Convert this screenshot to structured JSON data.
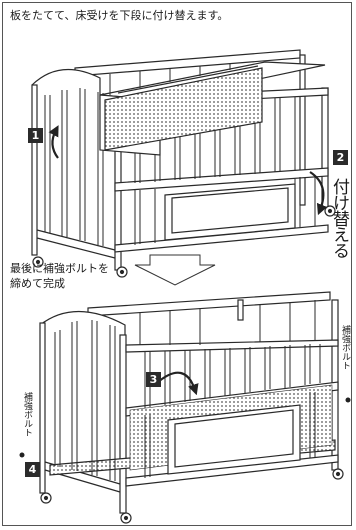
{
  "step_top": {
    "instruction": "板をたてて、床受けを下段に付け替えます。",
    "side_text": "付け替える",
    "badge_1": "1",
    "badge_2": "2"
  },
  "step_bottom": {
    "instruction_line1": "最後に補強ボルトを",
    "instruction_line2": "締めて完成",
    "left_label": "補強ボルト",
    "right_label": "補強ボルト",
    "badge_3": "3",
    "badge_4": "4"
  },
  "colors": {
    "line": "#2a2a2a",
    "mesh": "#d9d9d9",
    "badge": "#2b2b2b"
  },
  "icons": [
    "arrow-down-icon",
    "curved-arrow-icon"
  ]
}
